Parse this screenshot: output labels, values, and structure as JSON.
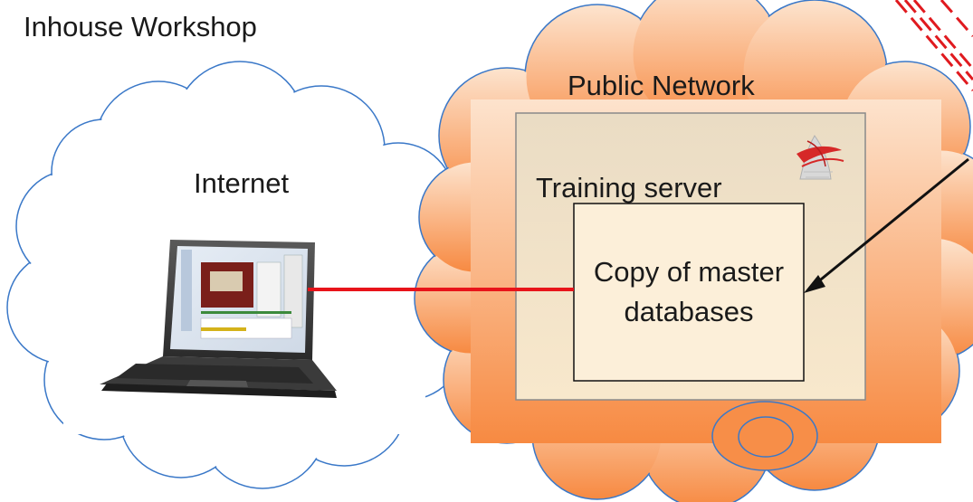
{
  "title": "Inhouse Workshop",
  "internet_cloud": {
    "label": "Internet"
  },
  "public_cloud": {
    "label": "Public Network"
  },
  "server": {
    "label": "Training server",
    "icon": "sql-server-icon"
  },
  "database": {
    "label": "Copy of master databases"
  },
  "colors": {
    "connection": "#e8141a",
    "arrow": "#111111",
    "cloud_outline": "#3a78c8",
    "public_cloud_top": "#fde0c8",
    "public_cloud_bottom": "#f78c46",
    "server_fill": "#f3e2c6",
    "db_fill": "#fcefd7",
    "dashed_red": "#e01a1f"
  }
}
